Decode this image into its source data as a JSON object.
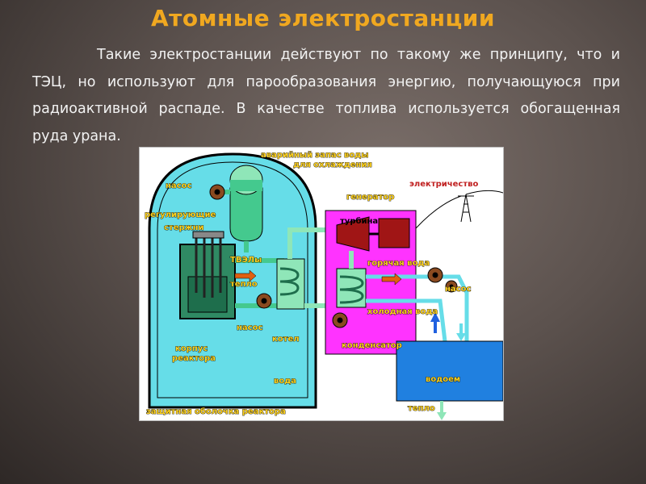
{
  "slide": {
    "title": "Атомные электростанции",
    "paragraph": "Такие электростанции действуют по такому же принципу, что и ТЭЦ, но используют для парообразования энергию, получающуюся при радиоактивной распаде. В качестве топлива используется обогащенная руда урана."
  },
  "diagram": {
    "labels": {
      "emergency_water_1": "аварийный запас воды",
      "emergency_water_2": "для охлаждения",
      "pump_top": "насос",
      "regulating_1": "регулирующие",
      "regulating_2": "стержни",
      "fuel_rods": "ТВЭЛы",
      "heat_left": "тепло",
      "pump_bottom": "насос",
      "boiler": "котел",
      "vessel_1": "корпус",
      "vessel_2": "реактора",
      "water": "вода",
      "shell": "защитная оболочка реактора",
      "electricity": "электричество",
      "generator": "генератор",
      "turbine": "турбина",
      "hot_water": "горячая вода",
      "pump_right": "насос",
      "cold_water": "холодная вода",
      "condenser": "конденсатор",
      "reservoir": "водоем",
      "heat_bottom": "тепло"
    },
    "colors": {
      "containment": "#66dde8",
      "reactor_vessel": "#2f8a63",
      "primary_loop": "#44c98e",
      "turbine_hall": "#ff33ff",
      "generator": "#a01515",
      "reservoir": "#2080e0",
      "label_fill": "#ffd21f"
    }
  }
}
